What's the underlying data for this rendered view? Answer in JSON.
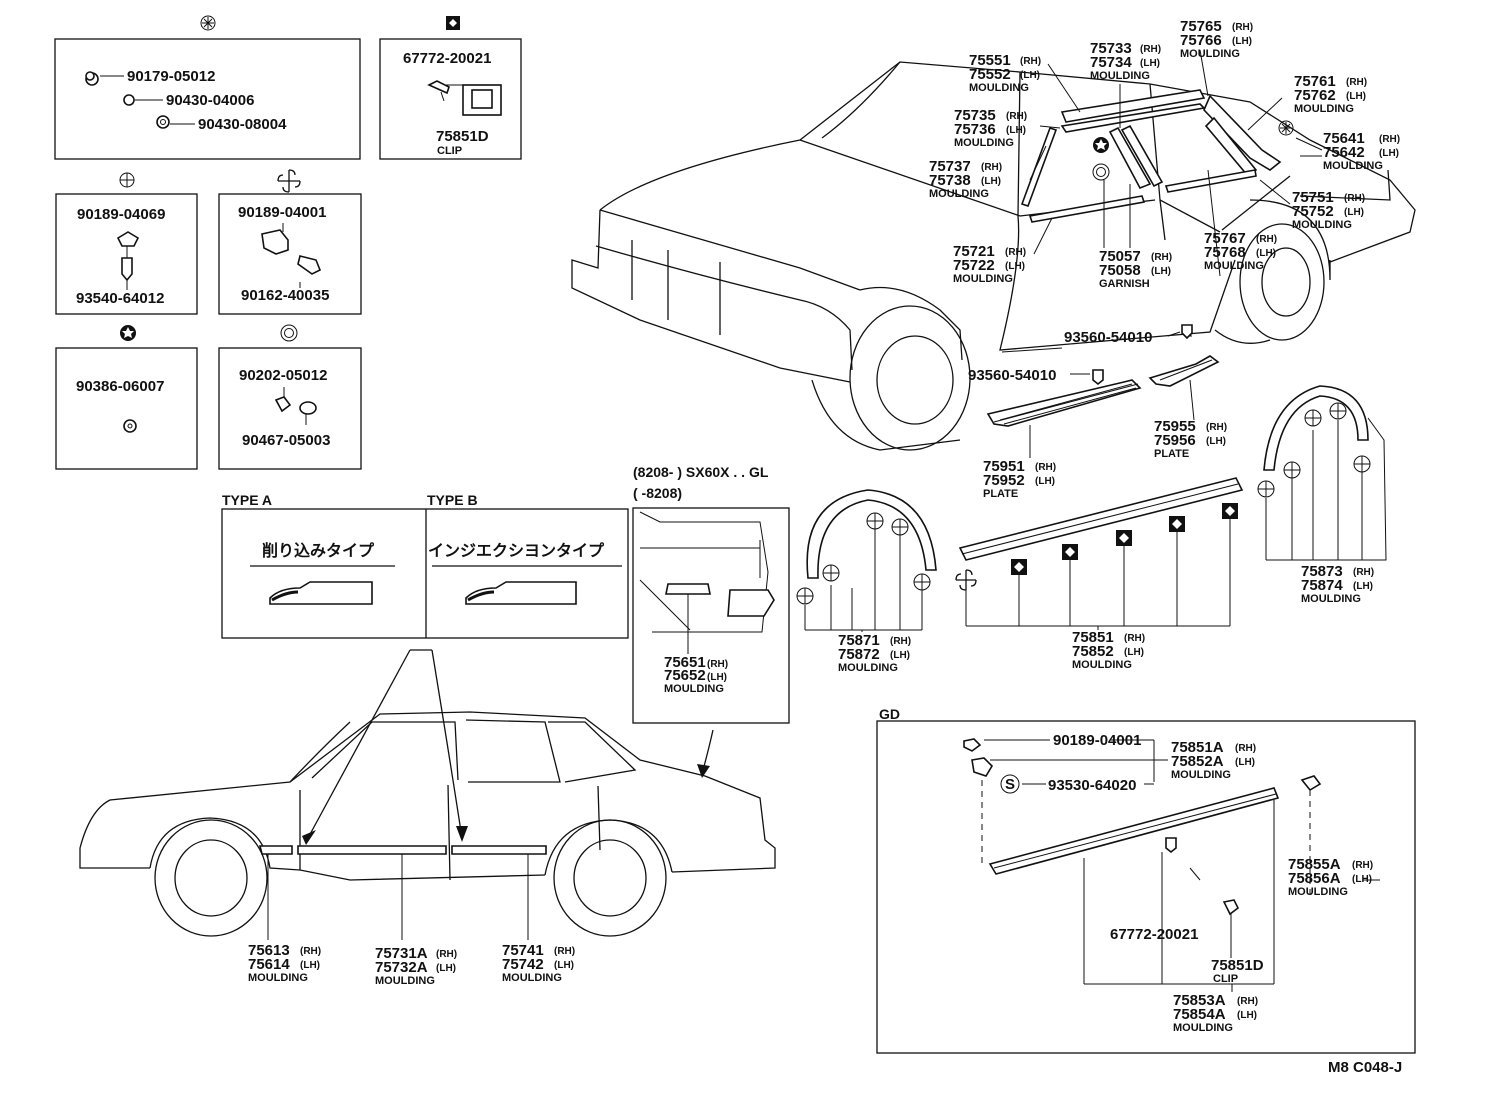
{
  "legend_boxes": [
    {
      "symbol": "asterisk",
      "parts": [
        "90179-05012",
        "90430-04006",
        "90430-08004"
      ]
    },
    {
      "symbol": "square-diamond",
      "parts": [
        "67772-20021",
        "75851D"
      ],
      "name": "CLIP"
    },
    {
      "symbol": "circle-plus",
      "parts": [
        "90189-04069",
        "93540-64012"
      ]
    },
    {
      "symbol": "pinwheel",
      "parts": [
        "90189-04001",
        "90162-40035"
      ]
    },
    {
      "symbol": "circle-star",
      "parts": [
        "90386-06007"
      ]
    },
    {
      "symbol": "double-circle",
      "parts": [
        "90202-05012",
        "90467-05003"
      ]
    }
  ],
  "type_panel": {
    "type_a_label": "TYPE A",
    "type_b_label": "TYPE B",
    "type_a_jp": "削り込みタイプ",
    "type_b_jp": "インジエクシヨンタイプ"
  },
  "sx60_panel": {
    "line1": "(8208-         ) SX60X . . GL",
    "line2": "(         -8208)",
    "part_rh": "75651",
    "part_lh": "75652",
    "name": "MOULDING"
  },
  "callouts": [
    {
      "rh": "75551",
      "lh": "75552",
      "name": "MOULDING"
    },
    {
      "rh": "75733",
      "lh": "75734",
      "name": "MOULDING"
    },
    {
      "rh": "75765",
      "lh": "75766",
      "name": "MOULDING"
    },
    {
      "rh": "75761",
      "lh": "75762",
      "name": "MOULDING"
    },
    {
      "rh": "75735",
      "lh": "75736",
      "name": "MOULDING"
    },
    {
      "rh": "75641",
      "lh": "75642",
      "name": "MOULDING"
    },
    {
      "rh": "75737",
      "lh": "75738",
      "name": "MOULDING"
    },
    {
      "rh": "75751",
      "lh": "75752",
      "name": "MOULDING"
    },
    {
      "rh": "75721",
      "lh": "75722",
      "name": "MOULDING"
    },
    {
      "rh": "75057",
      "lh": "75058",
      "name": "GARNISH"
    },
    {
      "rh": "75767",
      "lh": "75768",
      "name": "MOULDING"
    },
    {
      "rh": "75955",
      "lh": "75956",
      "name": "PLATE"
    },
    {
      "rh": "75951",
      "lh": "75952",
      "name": "PLATE"
    },
    {
      "rh": "75873",
      "lh": "75874",
      "name": "MOULDING"
    },
    {
      "rh": "75871",
      "lh": "75872",
      "name": "MOULDING"
    },
    {
      "rh": "75851",
      "lh": "75852",
      "name": "MOULDING"
    },
    {
      "rh": "75613",
      "lh": "75614",
      "name": "MOULDING"
    },
    {
      "rh": "75731A",
      "lh": "75732A",
      "name": "MOULDING"
    },
    {
      "rh": "75741",
      "lh": "75742",
      "name": "MOULDING"
    }
  ],
  "screws": [
    "93560-54010",
    "93560-54010"
  ],
  "suffix": {
    "rh": "(RH)",
    "lh": "(LH)"
  },
  "gd_panel": {
    "title": "GD",
    "parts": [
      "90189-04001",
      "93530-64020",
      "67772-20021",
      "75851D"
    ],
    "clip_name": "CLIP",
    "s_symbol": "S",
    "callouts": [
      {
        "rh": "75851A",
        "lh": "75852A",
        "name": "MOULDING"
      },
      {
        "rh": "75855A",
        "lh": "75856A",
        "name": "MOULDING"
      },
      {
        "rh": "75853A",
        "lh": "75854A",
        "name": "MOULDING"
      }
    ]
  },
  "ref_code": "M8 C048-J"
}
